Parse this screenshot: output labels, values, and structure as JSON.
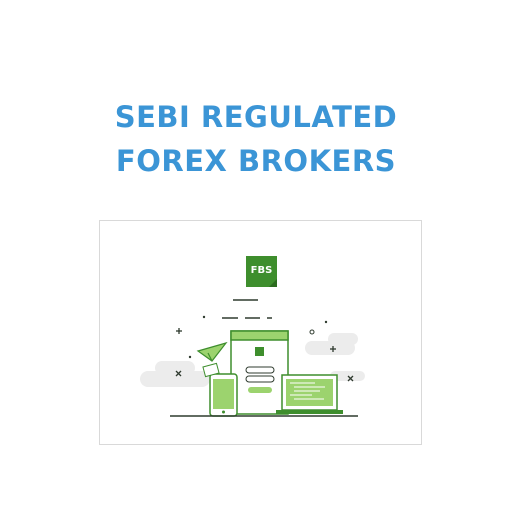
{
  "heading": {
    "line1": "SEBI REGULATED",
    "line2": "FOREX BROKERS"
  },
  "card": {
    "logo_text": "FBS"
  },
  "colors": {
    "heading": "#3b95d6",
    "brand_green": "#3e8e2d",
    "light_green": "#9cd36e",
    "line_dark": "#2f3b2f",
    "cloud_gray": "#ececec"
  },
  "icons": [
    "fbs-logo-icon",
    "browser-window-icon",
    "smartphone-icon",
    "laptop-icon",
    "paper-plane-icon",
    "cloud-icon",
    "plus-icon",
    "cross-icon"
  ]
}
